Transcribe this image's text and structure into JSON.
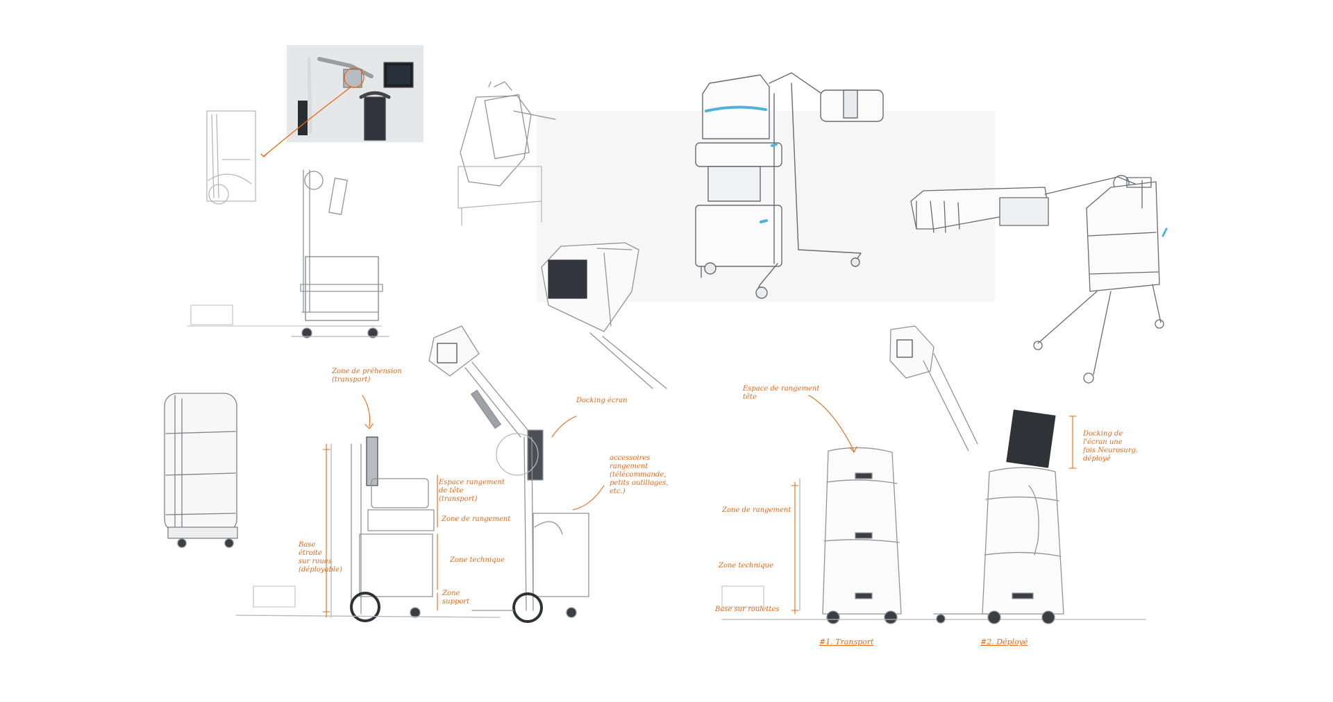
{
  "annotations": {
    "zone_prehension": "Zone de préhension\n(transport)",
    "docking_ecran": "Docking écran",
    "espace_rangement_tete": "Espace rangement\nde tête\n(transport)",
    "zone_rangement_left": "Zone de rangement",
    "zone_technique_left": "Zone technique",
    "zone_support": "Zone\nsupport",
    "base_roues": "Base\nétroite\nsur roues\n(déployable)",
    "accessoires": "accessoires\nrangement\n(télécommande,\npetits outillages,\netc.)",
    "espace_rangement_right": "Espace de rangement\ntête",
    "zone_rangement_right": "Zone de rangement",
    "zone_technique_right": "Zone technique",
    "base_roulettes": "Base sur roulettes",
    "docking_ecran_right": "Docking de\nl'écran une\nfois Neurosurg.\ndéployé",
    "caption_transport": "#1. Transport",
    "caption_deploye": "#2. Déployé"
  },
  "colors": {
    "annotation": "#e06a1a",
    "sketch_line": "#8f9399",
    "accent_blue": "#4fb3d9",
    "render_panel": "#f6f6f7"
  }
}
